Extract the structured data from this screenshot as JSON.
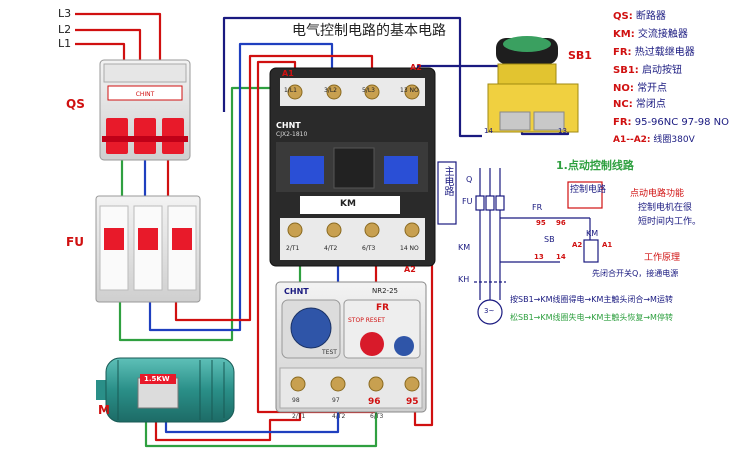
{
  "title": "电气控制电路的基本电路",
  "lines": {
    "l3": "L3",
    "l2": "L2",
    "l1": "L1"
  },
  "devices": {
    "qs": "QS",
    "fu": "FU",
    "motor": "M",
    "motor_rating": "1.5KW",
    "sb1": "SB1",
    "km_brand": "CHNT",
    "km_model": "CJX2-1810",
    "km": "KM",
    "km_terms_top": [
      "1/L1",
      "3/L2",
      "5/L3",
      "13 NO"
    ],
    "km_terms_bot": [
      "2/T1",
      "4/T2",
      "6/T3",
      "14 NO"
    ],
    "a1": "A1",
    "a2": "A2",
    "fr_brand": "CHNT",
    "fr_model": "NR2-25",
    "fr": "FR",
    "fr_buttons": "STOP RESET",
    "fr_test": "TEST",
    "fr_96": "96",
    "fr_95": "95",
    "fr_97": "97",
    "fr_98": "98",
    "fr_bot": [
      "2/T1",
      "4/T2",
      "6/T3"
    ],
    "node14": "14",
    "node13": "13"
  },
  "legend": [
    {
      "key": "QS:",
      "val": "断路器"
    },
    {
      "key": "KM:",
      "val": "交流接触器"
    },
    {
      "key": "FR:",
      "val": "热过载继电器"
    },
    {
      "key": "SB1:",
      "val": "启动按钮"
    },
    {
      "key": "NO:",
      "val": "常开点"
    },
    {
      "key": "NC:",
      "val": "常闭点"
    },
    {
      "key": "FR:",
      "val": "95-96NC  97-98 NO"
    },
    {
      "key": "A1--A2:",
      "val": "线圈380V"
    }
  ],
  "schematic": {
    "heading": "1.点动控制线路",
    "main_circuit": "主电路",
    "control_circuit": "控制电路",
    "q": "Q",
    "fu": "FU",
    "km": "KM",
    "kh": "KH",
    "fr": "FR",
    "sb": "SB",
    "km_coil": "KM",
    "a1": "A1",
    "a2": "A2",
    "n95": "95",
    "n96": "96",
    "n13": "13",
    "n14": "14",
    "motor": "3~",
    "func_title": "点动电路功能",
    "func_text1": "控制电机在很",
    "func_text2": "短时间内工作。",
    "work_title": "工作原理",
    "work_text": "先闭合开关Q，接通电源",
    "press_line": "按SB1→KM线圈得电→KM主触头闭合→M运转",
    "release_line": "松SB1→KM线圈失电→KM主触头恢复→M停转"
  },
  "colors": {
    "red": "#d01010",
    "blue": "#1f3fbf",
    "green": "#2fa040",
    "navy": "#1a1a80",
    "contactor_blue": "#2a4fd6"
  }
}
